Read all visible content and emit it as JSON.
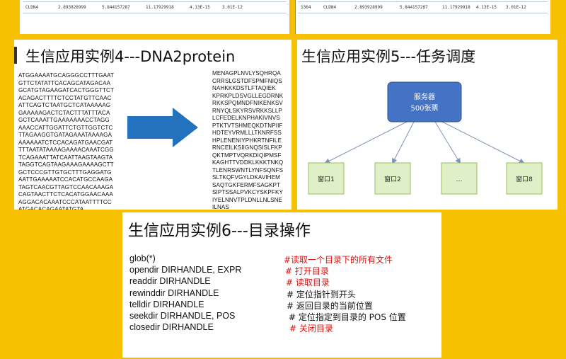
{
  "top_strip": {
    "left_row": [
      "CLDN4",
      "2.893928999",
      "5.844157287",
      "11.17929918",
      "4.13E-15",
      "3.01E-12"
    ],
    "right_row": [
      "1364",
      "CLDN4",
      "2.893928999",
      "5.844157287",
      "11.17929918",
      "4.13E-15",
      "3.01E-12"
    ]
  },
  "panel4": {
    "title": "生信应用实例4---DNA2protein",
    "dna": "ATGGAAAATGCAGGGCCTTTGAAT\nGTTCTATATTCACAGCATAGACAA\nGCATGTAGAAGATCACTGGGTTCT\nACAGACTTTTCTCCTATGTTCAAC\nATTCAGTCTAATGCTCATAAAAAG\nGAAAAAGACTCTACTTTATTTACA\nGCTCAAATTGAAAAAAACCTAGG\nAAACCATTGGATTCTGTTGGTCTC\nTTAGAAGGTGATAGAAATAAAAGA\nAAAAAATCTCCACAGATGAACGAT\nTTTAATATAAAAGAAAACAAATCGG\nTCAGAAATTATCAATTAAGTAAGTA\nTAGGTCAGTAAGAAAGAAAAGCTT\nGCTCCCGTTGTGCTTTGAGGATG\nAATTGAAAAATCCACATGCCAAGA\nTAGTCAACGTTAGTCCAACAAAGA\nCAGTAACTTCTCACATGGAACAAA\nAGGACACAAATCCCATAATTTTCC\nATGACACAGAATATGTA",
    "protein": "MENAGPLNVLYSQHRQA\nCRRSLGSTDFSPMFNIQS\nNAHKKKDSTLFTAQIEK\nKPRKPLDSVGLLEGDRNK\nRKKSPQMNDFNIKENKSV\nRNYQLSKYRSVRKKSLLP\nLCFEDELKNPHAKIVNVS\nPTKTVTSHMEQKDTNPIIF\nHDTEYVRMLLLTKNRFSS\nHPLENENIYPHKRTNFILE\nRNCEILKSIIGNQSISLFKP\nQKTMPTVQRKDIQIPMSF\nKAGHTTVDDKLKKKTNKQ\nTLENRSWNTLYNFSQNFS\nSLTKQFVGYLDKAVIHEM\nSAQTGKFERMFSAGKPT\nSIPTSSALPVKCYSKPFKY\nIYELNNVTPLDNLLNLSNE\nILNAS_"
  },
  "panel5": {
    "title": "生信应用实例5---任务调度",
    "server_line1": "服务器",
    "server_line2": "500张票",
    "windows": [
      "窗口1",
      "窗口2",
      "…",
      "窗口8"
    ]
  },
  "panel6": {
    "title": "生信应用实例6---目录操作",
    "rows": [
      {
        "cmd": "glob(*)",
        "comment": "#读取一个目录下的所有文件",
        "red": true
      },
      {
        "cmd": "opendir DIRHANDLE, EXPR",
        "comment": "# 打开目录",
        "red": true
      },
      {
        "cmd": "readdir DIRHANDLE",
        "comment": "# 读取目录",
        "red": true
      },
      {
        "cmd": "rewinddir DIRHANDLE",
        "comment": "# 定位指针到开头",
        "red": false
      },
      {
        "cmd": "telldir DIRHANDLE",
        "comment": "# 返回目录的当前位置",
        "red": false
      },
      {
        "cmd": "seekdir DIRHANDLE, POS",
        "comment": "# 定位指定到目录的 POS 位置",
        "red": false
      },
      {
        "cmd": "closedir DIRHANDLE",
        "comment": "# 关闭目录",
        "red": true
      }
    ]
  },
  "colors": {
    "background": "#f6bf00",
    "arrow": "#2272be",
    "server_box": "#4472c4",
    "window_box": "#dff0c8",
    "comment_red": "#e01010"
  }
}
